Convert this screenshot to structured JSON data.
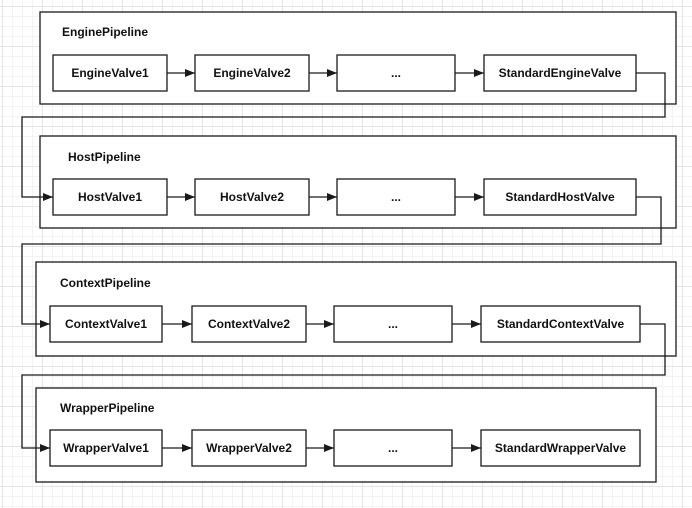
{
  "pipelines": [
    {
      "name": "EnginePipeline",
      "valves": [
        "EngineValve1",
        "EngineValve2",
        "...",
        "StandardEngineValve"
      ]
    },
    {
      "name": "HostPipeline",
      "valves": [
        "HostValve1",
        "HostValve2",
        "...",
        "StandardHostValve"
      ]
    },
    {
      "name": "ContextPipeline",
      "valves": [
        "ContextValve1",
        "ContextValve2",
        "...",
        "StandardContextValve"
      ]
    },
    {
      "name": "WrapperPipeline",
      "valves": [
        "WrapperValve1",
        "WrapperValve2",
        "...",
        "StandardWrapperValve"
      ]
    }
  ],
  "colors": {
    "stroke": "#1a1a1a",
    "text": "#111111",
    "background": "#ffffff",
    "grid": "#e4e4e4"
  }
}
